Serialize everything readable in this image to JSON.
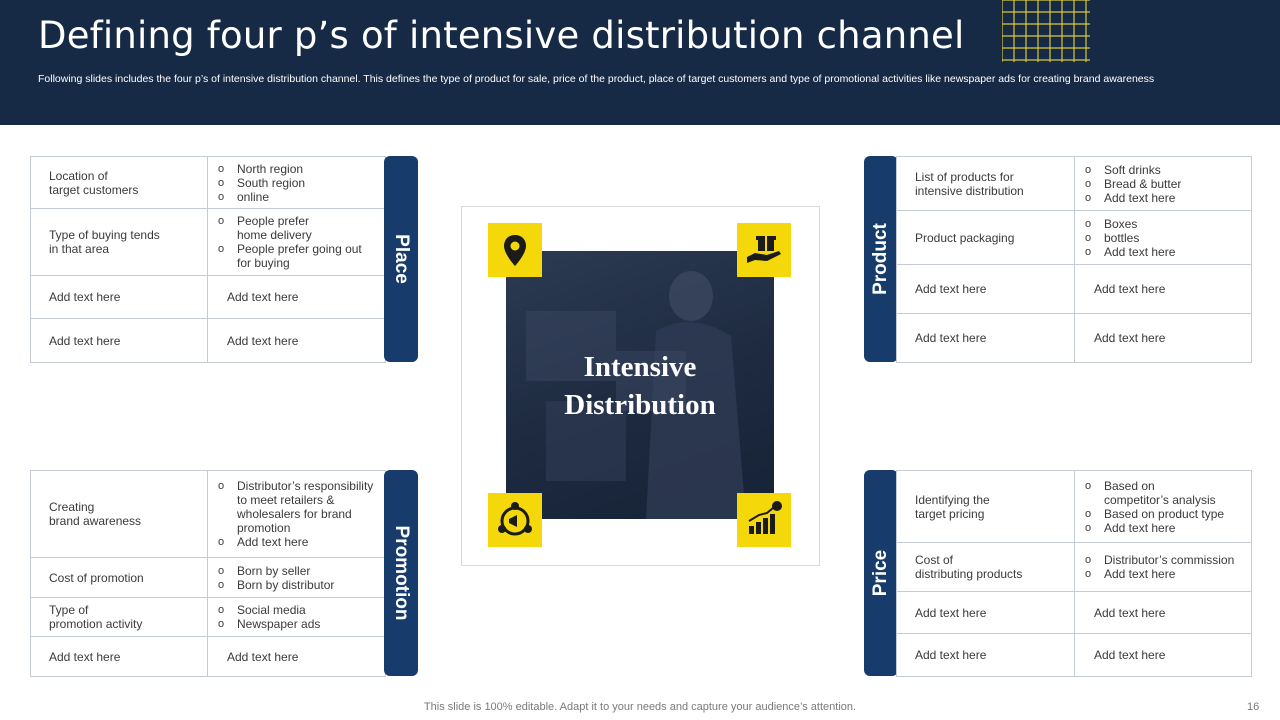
{
  "header": {
    "title": "Defining four p’s of intensive distribution channel",
    "subtitle": "Following slides includes the four p’s of intensive distribution channel. This defines the type of product for sale, price of the product, place of target customers and type of promotional activities like newspaper ads for creating brand awareness"
  },
  "colors": {
    "navy": "#172a45",
    "tab": "#173c6b",
    "yellow": "#f5d80a",
    "border": "#c5cbd3"
  },
  "center": {
    "line1": "Intensive",
    "line2": "Distribution"
  },
  "icons": [
    "location-pin-icon",
    "gift-in-hand-icon",
    "megaphone-people-icon",
    "growth-chart-icon"
  ],
  "place": {
    "tab": "Place",
    "rows": [
      {
        "label": "Location of\ntarget customers",
        "items": [
          "North region",
          "South region",
          "online"
        ]
      },
      {
        "label": "Type of buying tends\nin that area",
        "items": [
          "People prefer\nhome delivery",
          "People prefer going out\nfor buying"
        ]
      },
      {
        "label": "Add text here",
        "text": "Add text here"
      },
      {
        "label": "Add text here",
        "text": "Add text here"
      }
    ]
  },
  "product": {
    "tab": "Product",
    "rows": [
      {
        "label": "List of products for\nintensive distribution",
        "items": [
          "Soft drinks",
          "Bread & butter",
          "Add text here"
        ]
      },
      {
        "label": "Product packaging",
        "items": [
          "Boxes",
          "bottles",
          "Add text here"
        ]
      },
      {
        "label": "Add text here",
        "text": "Add text here"
      },
      {
        "label": "Add text here",
        "text": "Add text here"
      }
    ]
  },
  "promotion": {
    "tab": "Promotion",
    "rows": [
      {
        "label": "Creating\nbrand awareness",
        "items": [
          "Distributor’s responsibility\nto meet retailers &\nwholesalers for brand\npromotion",
          "Add text here"
        ]
      },
      {
        "label": "Cost of promotion",
        "items": [
          "Born by seller",
          "Born by distributor"
        ]
      },
      {
        "label": "Type of\npromotion activity",
        "items": [
          "Social media",
          "Newspaper ads"
        ]
      },
      {
        "label": "Add text here",
        "text": "Add text here"
      }
    ]
  },
  "price": {
    "tab": "Price",
    "rows": [
      {
        "label": "Identifying the\ntarget pricing",
        "items": [
          "Based on\ncompetitor’s analysis",
          "Based on product type",
          "Add text here"
        ]
      },
      {
        "label": "Cost of\ndistributing products",
        "items": [
          "Distributor’s commission",
          "Add text here"
        ]
      },
      {
        "label": "Add text here",
        "text": "Add text here"
      },
      {
        "label": "Add text here",
        "text": "Add text here"
      }
    ]
  },
  "footer": {
    "note": "This slide is 100% editable. Adapt it to your needs and capture your audience’s attention.",
    "page": "16"
  }
}
